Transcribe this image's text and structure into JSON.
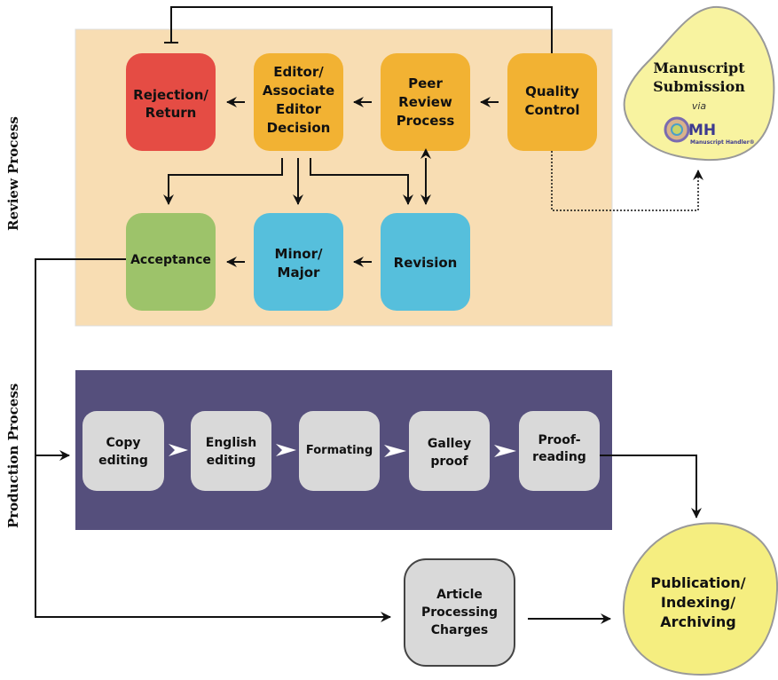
{
  "diagram": {
    "side_labels": {
      "review": "Review Process",
      "production": "Production Process"
    },
    "review": {
      "rejection": [
        "Rejection/",
        "Return"
      ],
      "editor": [
        "Editor/",
        "Associate",
        "Editor",
        "Decision"
      ],
      "peer": [
        "Peer",
        "Review",
        "Process"
      ],
      "quality": [
        "Quality",
        "Control"
      ],
      "acceptance": [
        "Acceptance"
      ],
      "minor_major": [
        "Minor/",
        "Major"
      ],
      "revision": [
        "Revision"
      ]
    },
    "submission": {
      "title": [
        "Manuscript",
        "Submission"
      ],
      "via": "via",
      "logo_text": "MH",
      "logo_subtext": "Manuscript Handler®"
    },
    "production": {
      "steps": [
        [
          "Copy",
          "editing"
        ],
        [
          "English",
          "editing"
        ],
        [
          "Formating"
        ],
        [
          "Galley",
          "proof"
        ],
        [
          "Proof-",
          "reading"
        ]
      ]
    },
    "apc": [
      "Article",
      "Processing",
      "Charges"
    ],
    "publication": [
      "Publication/",
      "Indexing/",
      "Archiving"
    ],
    "colors": {
      "review_bg": "#f8ddb3",
      "production_bg": "#554f7c",
      "rejection": "#e54c44",
      "orange": "#f2b233",
      "green": "#9dc36a",
      "blue": "#56bfdc",
      "gray_box": "#d9d9d9",
      "blob_yellow": "#f8f3a0"
    }
  }
}
